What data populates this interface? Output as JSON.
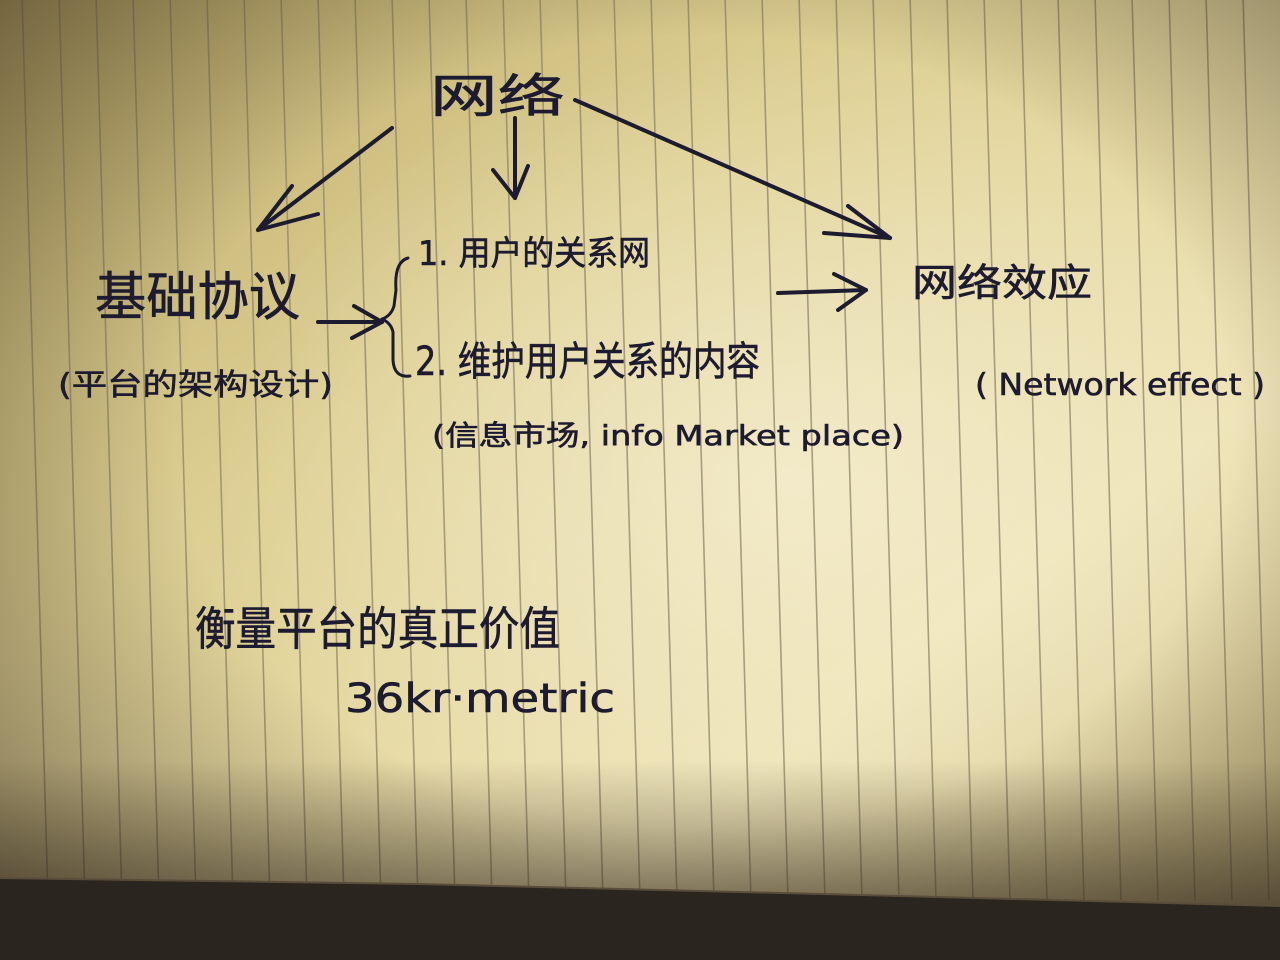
{
  "title": "网络",
  "nodes": {
    "protocol": {
      "label": "基础协议",
      "note": "(平台的架构设计)"
    },
    "list": {
      "item1": "1. 用户的关系网",
      "item2": "2. 维护用户关系的内容",
      "note": "(信息市场, info Market place)"
    },
    "effect": {
      "label": "网络效应",
      "note": "( Network effect )"
    }
  },
  "footer": {
    "line1": "衡量平台的真正价值",
    "line2": "36kr·metric"
  },
  "colors": {
    "paper": "#e4d69c",
    "ink": "#1d1b30",
    "rules": "#8e8468",
    "table": "#2b2520"
  }
}
